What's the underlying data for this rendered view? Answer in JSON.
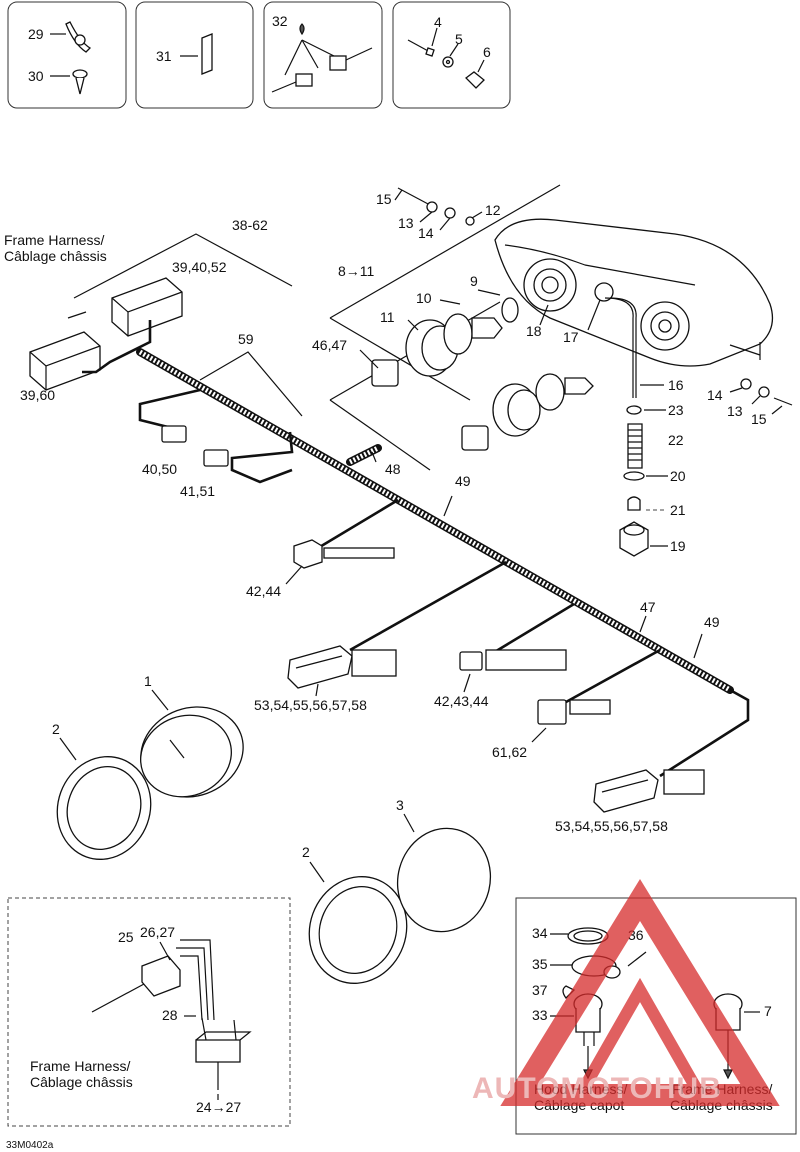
{
  "callouts": {
    "c29": "29",
    "c30": "30",
    "c31": "31",
    "c32": "32",
    "c4": "4",
    "c5": "5",
    "c6": "6",
    "c15a": "15",
    "c13a": "13",
    "c14a": "14",
    "c12": "12",
    "c38": "38-62",
    "c39a": "39,40,52",
    "c8": "8→11",
    "c9": "9",
    "c10": "10",
    "c11": "11",
    "c18": "18",
    "c17": "17",
    "c16": "16",
    "c46": "46,47",
    "c59": "59",
    "c39b": "39,60",
    "c40": "40,50",
    "c41": "41,51",
    "c48": "48",
    "c49a": "49",
    "c14b": "14",
    "c13b": "13",
    "c15b": "15",
    "c23": "23",
    "c22": "22",
    "c20": "20",
    "c21": "21",
    "c19": "19",
    "c42a": "42,44",
    "c47": "47",
    "c49b": "49",
    "c53a": "53,54,55,56,57,58",
    "c42b": "42,43,44",
    "c61": "61,62",
    "c53b": "53,54,55,56,57,58",
    "c1": "1",
    "c2a": "2",
    "c3": "3",
    "c2b": "2",
    "c25": "25",
    "c26": "26,27",
    "c28": "28",
    "c24": "24→27",
    "c34": "34",
    "c36": "36",
    "c35": "35",
    "c37": "37",
    "c33": "33",
    "c7": "7"
  },
  "labels": {
    "frame_harness_top_en": "Frame Harness/",
    "frame_harness_top_fr": "Câblage châssis",
    "frame_harness_inset_en": "Frame Harness/",
    "frame_harness_inset_fr": "Câblage châssis",
    "hood_harness_en": "Hood Harness/",
    "hood_harness_fr": "Câblage capot",
    "frame_harness_right_en": "Frame Harness/",
    "frame_harness_right_fr": "Câblage châssis",
    "drawing_code": "33M0402a",
    "watermark": "AUTOMOTOHUB"
  },
  "colors": {
    "watermark": "#d62b2b",
    "line": "#111111"
  }
}
